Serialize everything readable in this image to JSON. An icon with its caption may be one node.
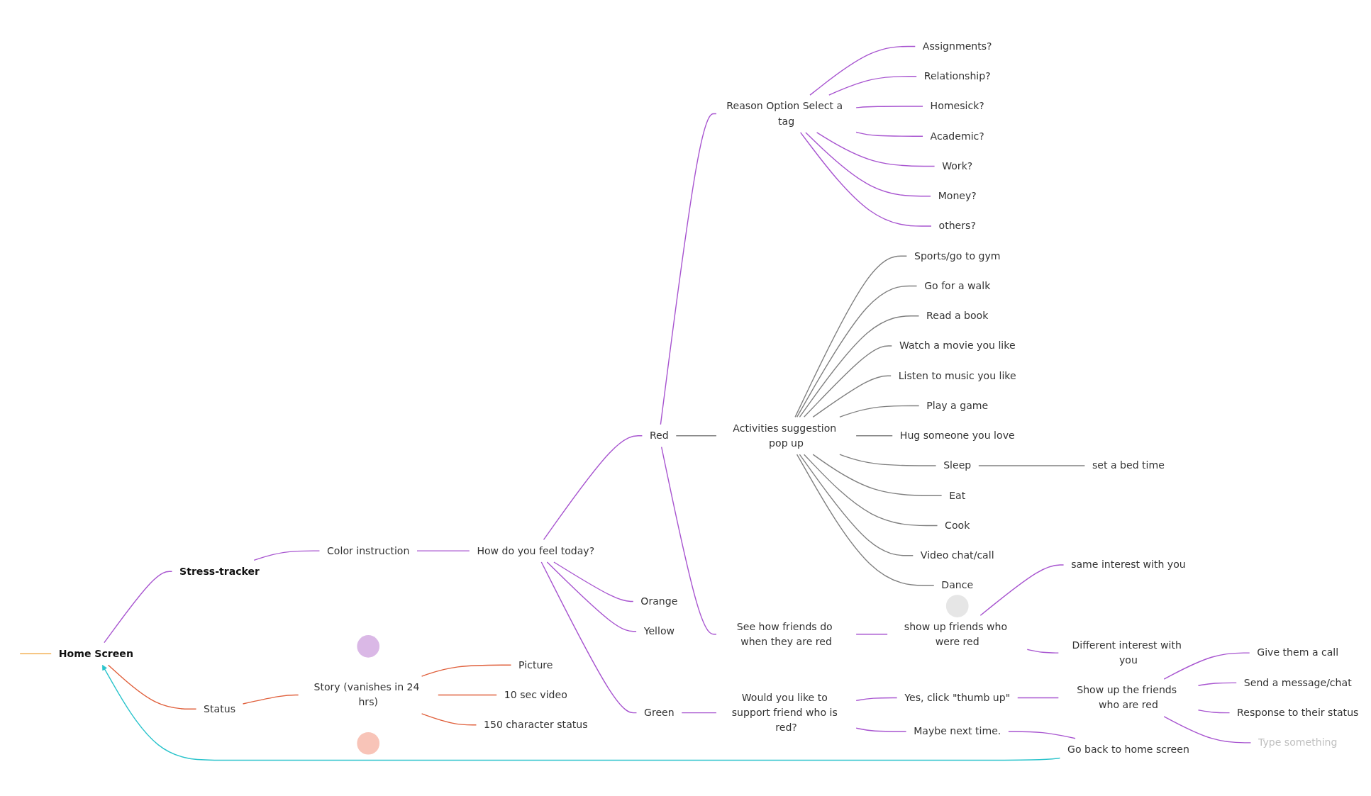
{
  "diagram": {
    "nodes": [
      {
        "text": [
          "Home Screen"
        ]
      },
      {
        "text": [
          "Stress-tracker"
        ]
      },
      {
        "text": [
          "Color instruction"
        ]
      },
      {
        "text": [
          "How do you feel today?"
        ]
      },
      {
        "text": [
          "Red"
        ]
      },
      {
        "text": [
          "Reason Option Select a tag"
        ]
      },
      {
        "text": [
          "Assignments?"
        ]
      },
      {
        "text": [
          "Relationship?"
        ]
      },
      {
        "text": [
          "Homesick?"
        ]
      },
      {
        "text": [
          "Academic?"
        ]
      },
      {
        "text": [
          "Work?"
        ]
      },
      {
        "text": [
          "Money?"
        ]
      },
      {
        "text": [
          "others?"
        ]
      },
      {
        "text": [
          "Activities suggestion pop up"
        ]
      },
      {
        "text": [
          "Sports/go to gym"
        ]
      },
      {
        "text": [
          "Go for a walk"
        ]
      },
      {
        "text": [
          "Read a book"
        ]
      },
      {
        "text": [
          "Watch a movie you like"
        ]
      },
      {
        "text": [
          "Listen to music you like"
        ]
      },
      {
        "text": [
          "Play a game"
        ]
      },
      {
        "text": [
          "Hug someone you love"
        ]
      },
      {
        "text": [
          "Sleep"
        ]
      },
      {
        "text": [
          "set a bed time"
        ]
      },
      {
        "text": [
          "Eat"
        ]
      },
      {
        "text": [
          "Cook"
        ]
      },
      {
        "text": [
          "Video chat/call"
        ]
      },
      {
        "text": [
          "Dance"
        ]
      },
      {
        "text": [
          "See how friends do when they are red"
        ]
      },
      {
        "text": [
          "show up friends who were red"
        ]
      },
      {
        "text": [
          "same interest with you"
        ]
      },
      {
        "text": [
          "Different interest with you"
        ]
      },
      {
        "text": [
          "Orange"
        ]
      },
      {
        "text": [
          "Yellow"
        ]
      },
      {
        "text": [
          "Green"
        ]
      },
      {
        "text": [
          "Would you like to support friend who is red?"
        ]
      },
      {
        "text": [
          "Yes, click \"thumb up\""
        ]
      },
      {
        "text": [
          "Show up the friends who are red"
        ]
      },
      {
        "text": [
          "Give them a call"
        ]
      },
      {
        "text": [
          "Send a message/chat"
        ]
      },
      {
        "text": [
          "Response to their status"
        ]
      },
      {
        "text": [
          "Type something"
        ]
      },
      {
        "text": [
          "Maybe next time."
        ]
      },
      {
        "text": [
          "Go back to home screen"
        ]
      },
      {
        "text": [
          "Status"
        ]
      },
      {
        "text": [
          "Story (vanishes in 24 hrs)"
        ]
      },
      {
        "text": [
          "Picture"
        ]
      },
      {
        "text": [
          "10 sec video"
        ]
      },
      {
        "text": [
          "150 character status"
        ]
      },
      {
        "text": [],
        "shape": "circle"
      },
      {
        "text": [],
        "shape": "circle"
      },
      {
        "text": [],
        "shape": "circle"
      }
    ],
    "edges": [
      {
        "from": null,
        "to": 0,
        "arrow": "none",
        "color": "#f0a030"
      },
      {
        "from": 0,
        "to": 1,
        "arrow": "none"
      },
      {
        "from": 1,
        "to": 2,
        "arrow": "none"
      },
      {
        "from": 2,
        "to": 3,
        "arrow": "none"
      },
      {
        "from": 3,
        "to": 4,
        "arrow": "none"
      },
      {
        "from": 4,
        "to": 5,
        "arrow": "none"
      },
      {
        "from": 5,
        "to": 6,
        "arrow": "none"
      },
      {
        "from": 5,
        "to": 7,
        "arrow": "none"
      },
      {
        "from": 5,
        "to": 8,
        "arrow": "none"
      },
      {
        "from": 5,
        "to": 9,
        "arrow": "none"
      },
      {
        "from": 5,
        "to": 10,
        "arrow": "none"
      },
      {
        "from": 5,
        "to": 11,
        "arrow": "none"
      },
      {
        "from": 5,
        "to": 12,
        "arrow": "none"
      },
      {
        "from": 4,
        "to": 13,
        "arrow": "none",
        "color": "#808080"
      },
      {
        "from": 13,
        "to": 14,
        "arrow": "none",
        "color": "#808080"
      },
      {
        "from": 13,
        "to": 15,
        "arrow": "none",
        "color": "#808080"
      },
      {
        "from": 13,
        "to": 16,
        "arrow": "none",
        "color": "#808080"
      },
      {
        "from": 13,
        "to": 17,
        "arrow": "none",
        "color": "#808080"
      },
      {
        "from": 13,
        "to": 18,
        "arrow": "none",
        "color": "#808080"
      },
      {
        "from": 13,
        "to": 19,
        "arrow": "none",
        "color": "#808080"
      },
      {
        "from": 13,
        "to": 20,
        "arrow": "none",
        "color": "#808080"
      },
      {
        "from": 13,
        "to": 21,
        "arrow": "none",
        "color": "#808080"
      },
      {
        "from": 21,
        "to": 22,
        "arrow": "none",
        "color": "#808080"
      },
      {
        "from": 13,
        "to": 23,
        "arrow": "none",
        "color": "#808080"
      },
      {
        "from": 13,
        "to": 24,
        "arrow": "none",
        "color": "#808080"
      },
      {
        "from": 13,
        "to": 25,
        "arrow": "none",
        "color": "#808080"
      },
      {
        "from": 13,
        "to": 26,
        "arrow": "none",
        "color": "#808080"
      },
      {
        "from": 4,
        "to": 27,
        "arrow": "none"
      },
      {
        "from": 27,
        "to": 28,
        "arrow": "none"
      },
      {
        "from": 28,
        "to": 29,
        "arrow": "none"
      },
      {
        "from": 28,
        "to": 30,
        "arrow": "none"
      },
      {
        "from": 3,
        "to": 31,
        "arrow": "none"
      },
      {
        "from": 3,
        "to": 32,
        "arrow": "none"
      },
      {
        "from": 3,
        "to": 33,
        "arrow": "none"
      },
      {
        "from": 33,
        "to": 34,
        "arrow": "none"
      },
      {
        "from": 34,
        "to": 35,
        "arrow": "none"
      },
      {
        "from": 35,
        "to": 36,
        "arrow": "none"
      },
      {
        "from": 36,
        "to": 37,
        "arrow": "none"
      },
      {
        "from": 36,
        "to": 38,
        "arrow": "none"
      },
      {
        "from": 36,
        "to": 39,
        "arrow": "none"
      },
      {
        "from": 36,
        "to": 40,
        "arrow": "none"
      },
      {
        "from": 34,
        "to": 41,
        "arrow": "none"
      },
      {
        "from": 41,
        "to": 42,
        "arrow": "none"
      },
      {
        "from": 42,
        "to": 0,
        "arrow": "to",
        "color": "#2cc4cc"
      },
      {
        "from": 0,
        "to": 43,
        "arrow": "none",
        "color": "#e0603c"
      },
      {
        "from": 43,
        "to": 44,
        "arrow": "none",
        "color": "#e0603c"
      },
      {
        "from": 44,
        "to": 45,
        "arrow": "none",
        "color": "#e0603c"
      },
      {
        "from": 44,
        "to": 46,
        "arrow": "none",
        "color": "#e0603c"
      },
      {
        "from": 44,
        "to": 47,
        "arrow": "none",
        "color": "#e0603c"
      }
    ]
  }
}
